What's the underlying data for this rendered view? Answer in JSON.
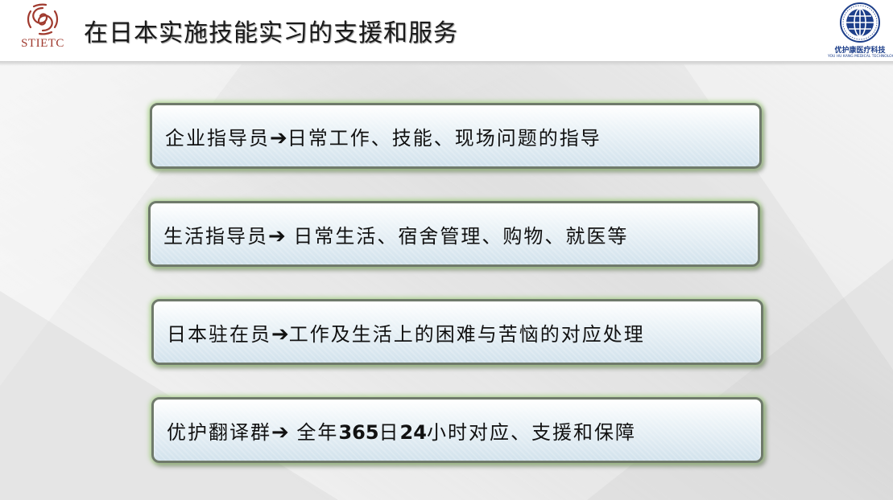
{
  "header": {
    "title": "在日本实施技能实习的支援和服务",
    "left_logo": {
      "text": "STIETC",
      "icon": "swirl-emblem-icon"
    },
    "right_logo": {
      "text_cn": "优护康医疗科技",
      "text_en": "YOU HU KANG MEDICAL TECHNOLOGY",
      "icon": "globe-icon"
    }
  },
  "cards": [
    {
      "role": "企业指导员",
      "arrow": "➔",
      "desc": "日常工作、技能、现场问题的指导"
    },
    {
      "role": "生活指导员",
      "arrow": "➔",
      "desc": " 日常生活、宿舍管理、购物、就医等"
    },
    {
      "role": "日本驻在员",
      "arrow": "➔",
      "desc": "工作及生活上的困难与苦恼的对应处理"
    },
    {
      "role": "优护翻译群",
      "arrow": "➔",
      "desc_parts": [
        " 全年",
        "365",
        "日",
        "24",
        "小时对应、支援和保障"
      ]
    }
  ],
  "colors": {
    "logo_left": "#a03a2e",
    "logo_right": "#1d3f8a",
    "card_border": "#6f7a6b",
    "card_glow": "#9dcd78"
  }
}
